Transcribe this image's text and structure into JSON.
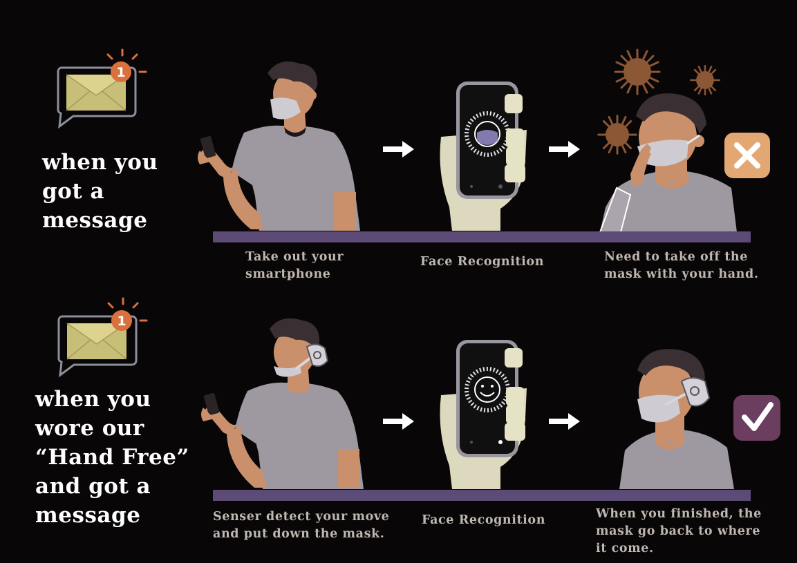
{
  "colors": {
    "background": "#090607",
    "platform": "#5c4b76",
    "caption_text": "#bfb7b1",
    "badge": "#d9713f",
    "skin": "#c9906b",
    "hair": "#3a2f33",
    "shirt": "#9e98a0",
    "mask": "#cfcbd2",
    "hand_phone": "#ddd9bf",
    "virus": "#8b5734",
    "cross_box": "#e3a774",
    "check_box": "#6b3d5e"
  },
  "rows": [
    {
      "id": "without-device",
      "message_icon": "envelope-notification-icon",
      "badge_count": "1",
      "headline": "when you\ngot a\nmessage",
      "steps": [
        {
          "caption": "Take out your\nsmartphone"
        },
        {
          "caption": "Face Recognition"
        },
        {
          "caption": "Need to take off the\nmask with your hand."
        }
      ],
      "result_icon": "cross-icon"
    },
    {
      "id": "with-hand-free",
      "message_icon": "envelope-notification-icon",
      "badge_count": "1",
      "headline": "when you\nwore our\n“Hand Free”\nand got a\nmessage",
      "steps": [
        {
          "caption": "Senser detect your move\nand put down the mask."
        },
        {
          "caption": "Face Recognition"
        },
        {
          "caption": "When you finished, the\nmask go back to where\nit come."
        }
      ],
      "result_icon": "check-icon"
    }
  ]
}
